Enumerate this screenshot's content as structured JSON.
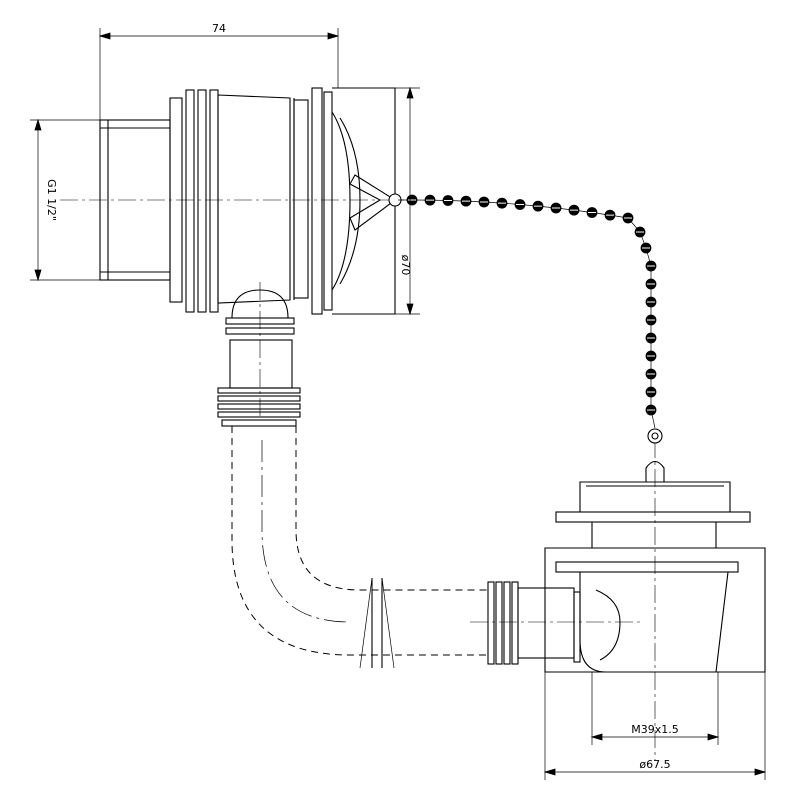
{
  "dimensions": {
    "overall_width": "74",
    "thread_size": "G1 1/2\"",
    "overflow_diameter": "ø70",
    "waste_thread": "M39x1.5",
    "waste_diameter": "ø67.5"
  },
  "colors": {
    "line": "#000000",
    "background": "#ffffff"
  }
}
